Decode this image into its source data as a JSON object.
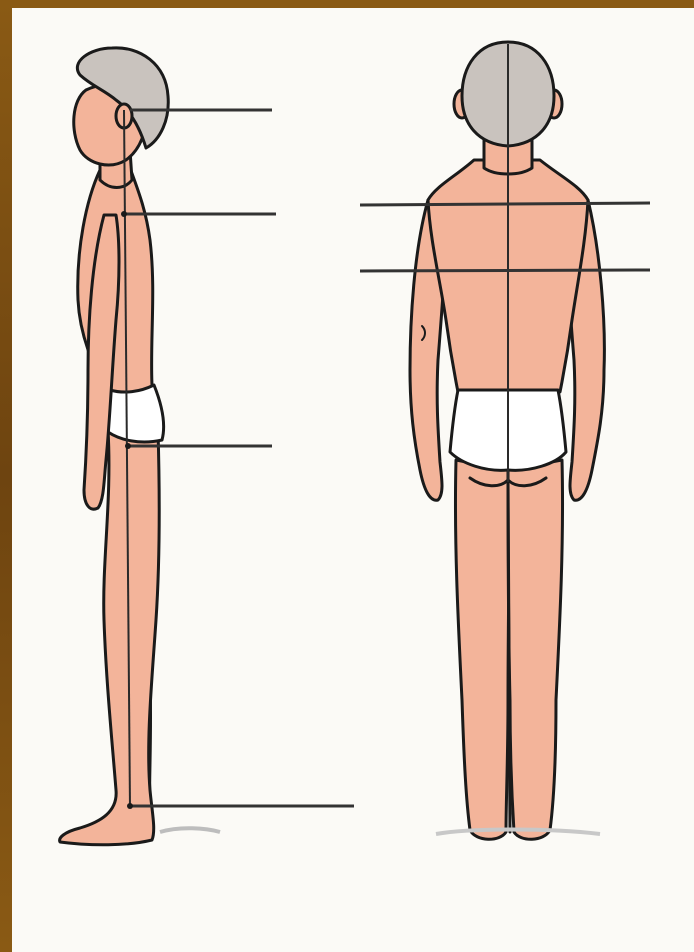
{
  "colors": {
    "frame": "#7a4a10",
    "paper": "#fbfaf6",
    "skin": "#f3b49a",
    "skin_shade": "#e8a083",
    "hair": "#c9c3be",
    "briefs": "#ffffff",
    "outline": "#1a1a1a",
    "reference_line": "#333333"
  },
  "figures": [
    {
      "name": "side-view-figure",
      "view": "side"
    },
    {
      "name": "back-view-figure",
      "view": "back"
    }
  ],
  "side_view_reference_lines": [
    "head",
    "shoulder",
    "hip",
    "ankle"
  ],
  "back_view_reference_lines": [
    "shoulder",
    "shoulder-blade"
  ],
  "icons": [
    "plumb-line",
    "reference-line"
  ]
}
